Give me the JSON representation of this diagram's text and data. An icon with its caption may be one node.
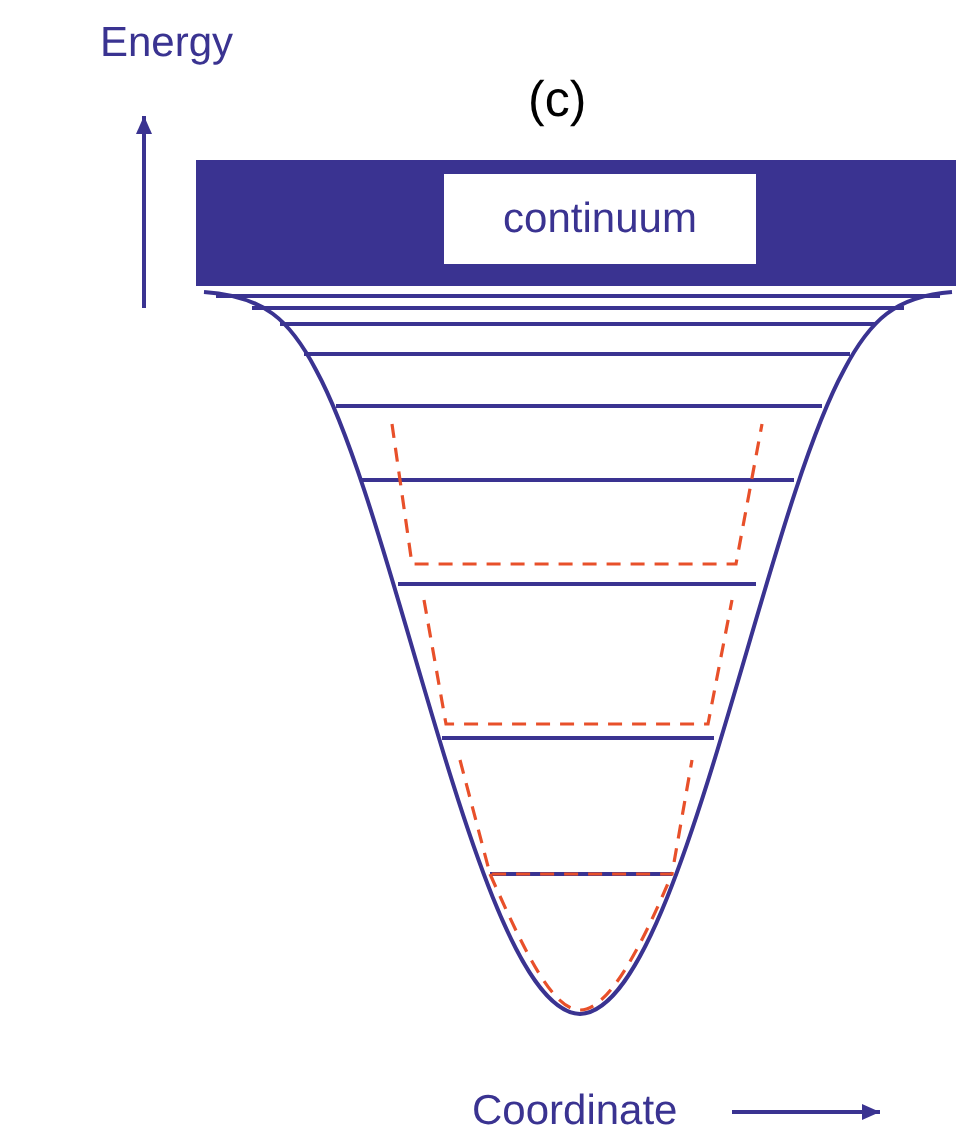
{
  "diagram": {
    "nodes": [
      {
        "text": [
          "continuum"
        ]
      }
    ],
    "labels": [
      "Energy",
      "(c)",
      "Coordinate"
    ]
  }
}
